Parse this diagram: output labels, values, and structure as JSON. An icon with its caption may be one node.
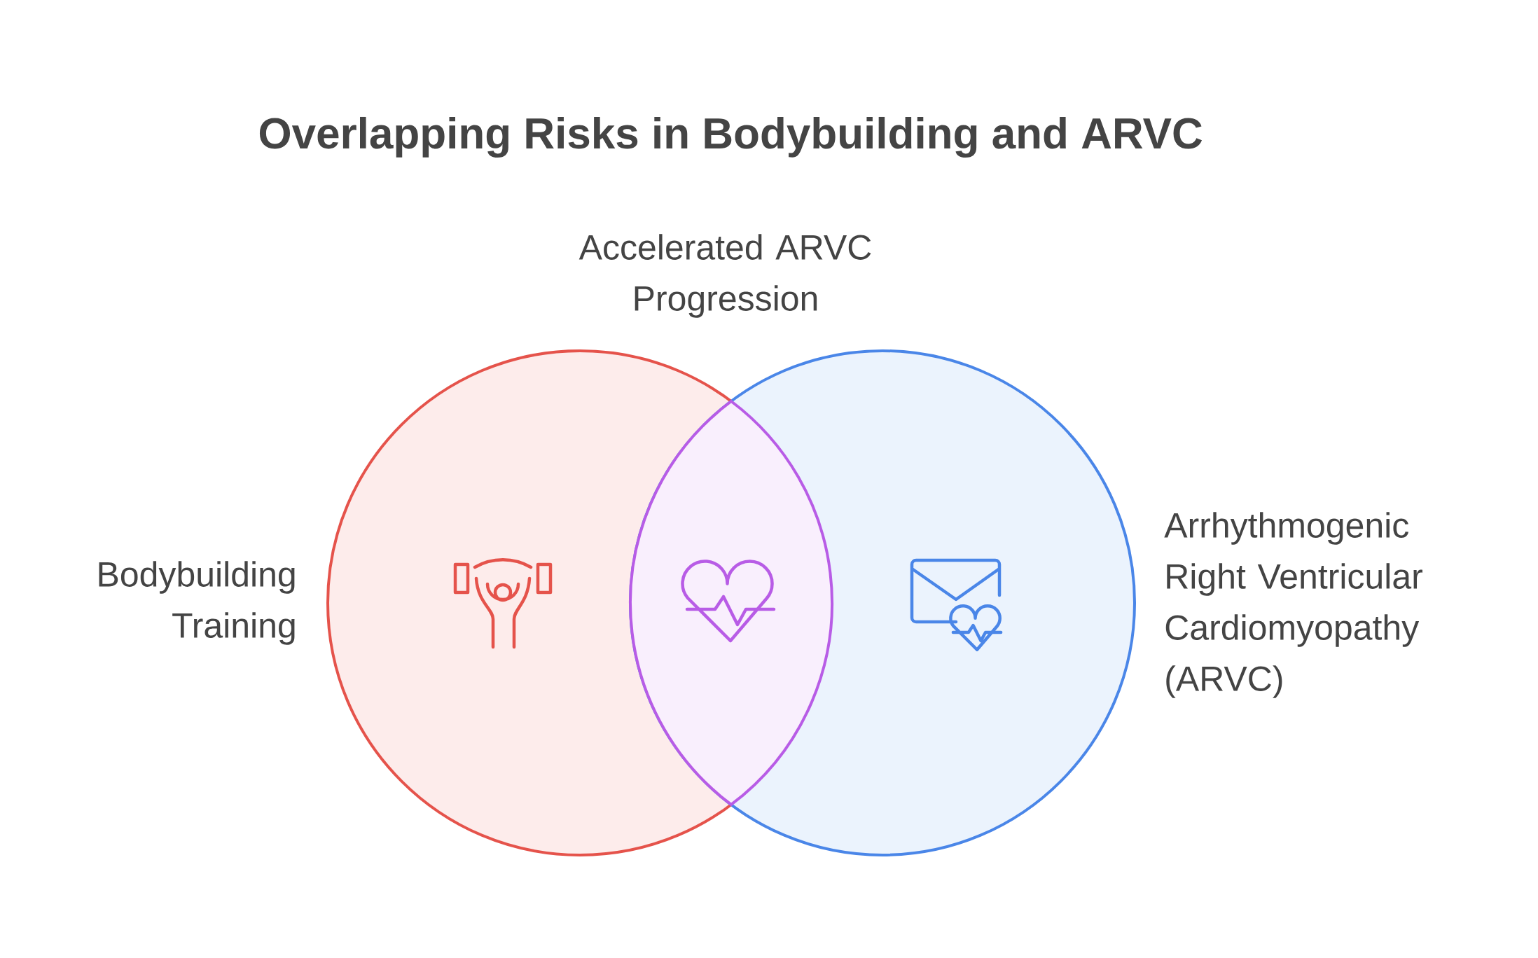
{
  "diagram": {
    "title": "Overlapping Risks in Bodybuilding and ARVC",
    "nodes": [
      {
        "text": [
          "Bodybuilding Training"
        ]
      },
      {
        "text": [
          "Arrhythmogenic Right Ventricular Cardiomyopathy (ARVC)"
        ]
      },
      {
        "text": [
          "Accelerated ARVC Progression"
        ]
      }
    ]
  }
}
